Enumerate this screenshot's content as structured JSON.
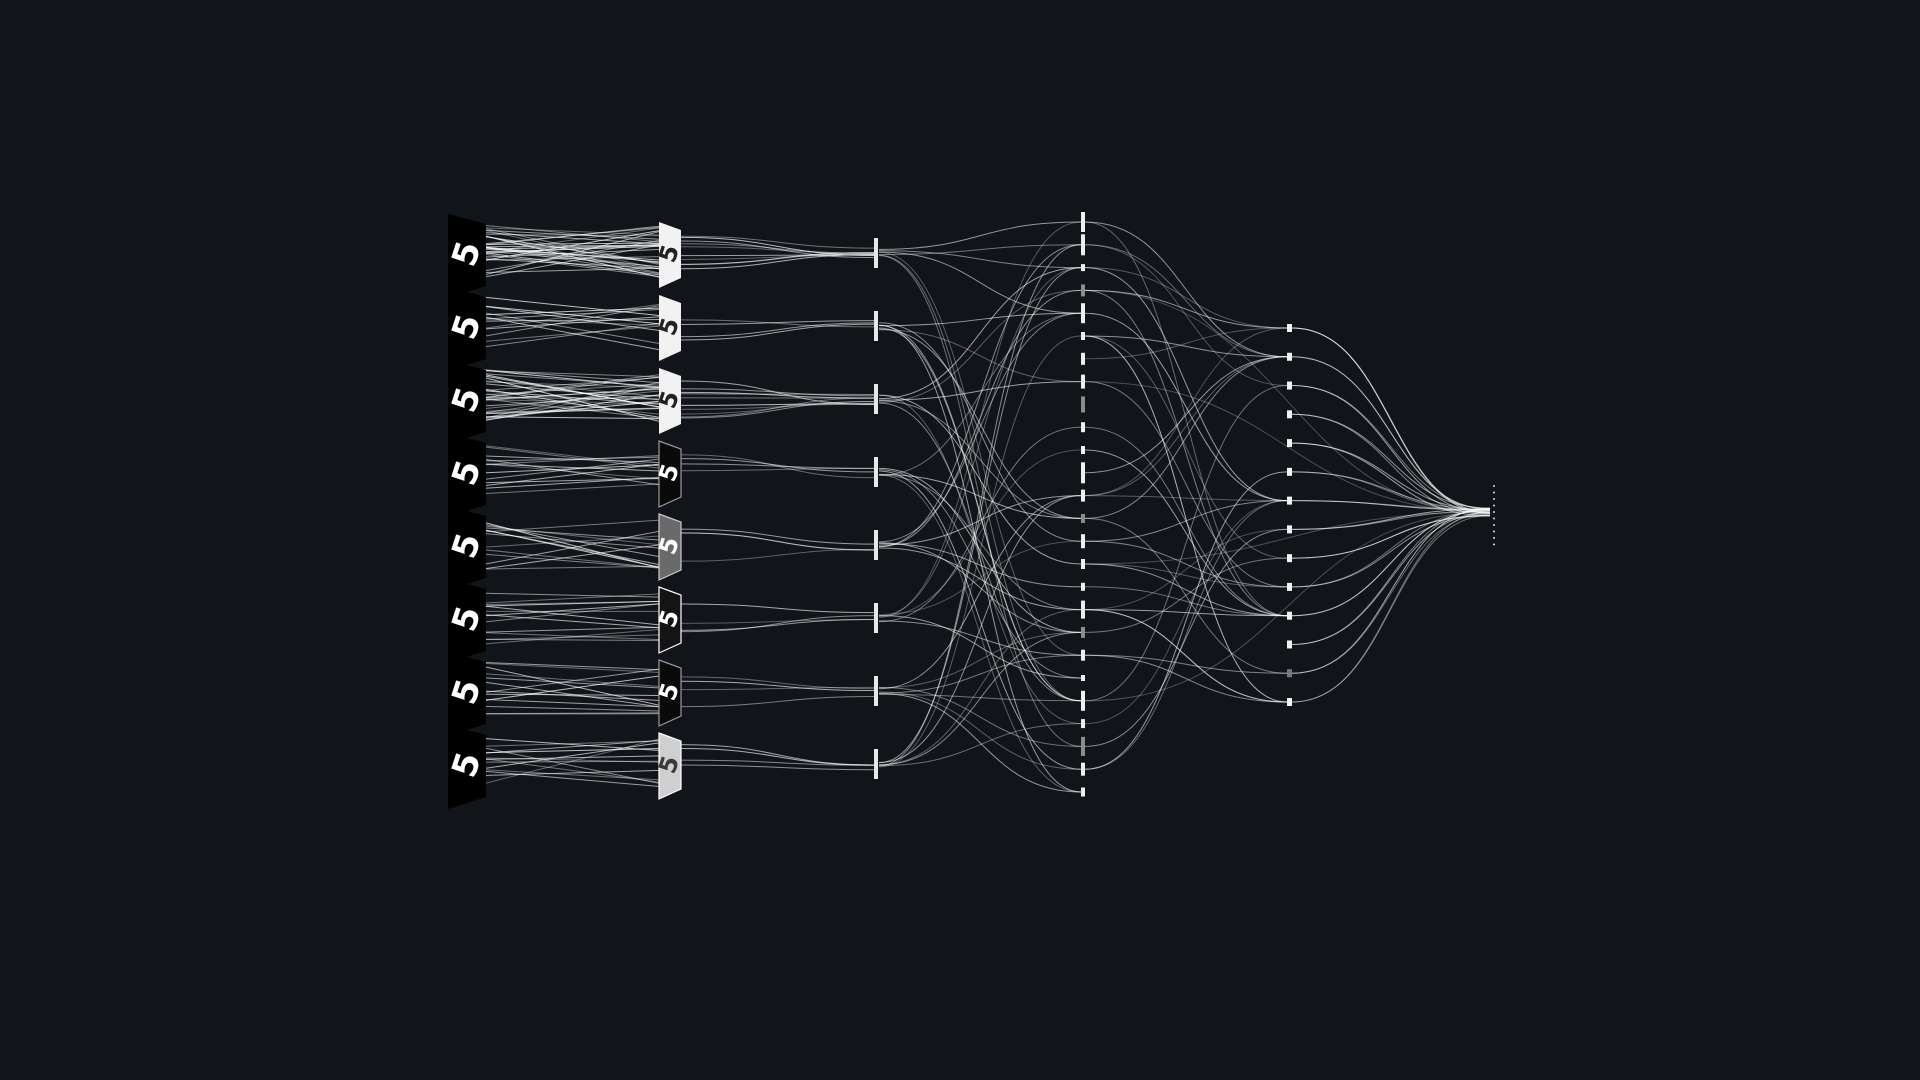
{
  "network": {
    "background_color": "#11151a",
    "connection_color": "#ffffff",
    "input_digit": "5",
    "layers": [
      {
        "name": "input-feature-maps",
        "kind": "feature_map",
        "maps": [
          {
            "tone": "dark"
          },
          {
            "tone": "dark"
          },
          {
            "tone": "dark"
          },
          {
            "tone": "dark"
          },
          {
            "tone": "dark"
          },
          {
            "tone": "dark"
          },
          {
            "tone": "dark"
          },
          {
            "tone": "dark"
          }
        ]
      },
      {
        "name": "conv-feature-maps",
        "kind": "feature_map",
        "maps": [
          {
            "tone": "light"
          },
          {
            "tone": "light"
          },
          {
            "tone": "light"
          },
          {
            "tone": "dark"
          },
          {
            "tone": "mid"
          },
          {
            "tone": "outline"
          },
          {
            "tone": "dark"
          },
          {
            "tone": "light-outline"
          }
        ]
      },
      {
        "name": "pooled-maps",
        "kind": "bars",
        "units": 8
      },
      {
        "name": "dense-layer-1",
        "kind": "bars",
        "units": 26
      },
      {
        "name": "dense-layer-2",
        "kind": "bars",
        "units": 14
      },
      {
        "name": "output-layer",
        "kind": "dots",
        "units": 10
      }
    ]
  }
}
